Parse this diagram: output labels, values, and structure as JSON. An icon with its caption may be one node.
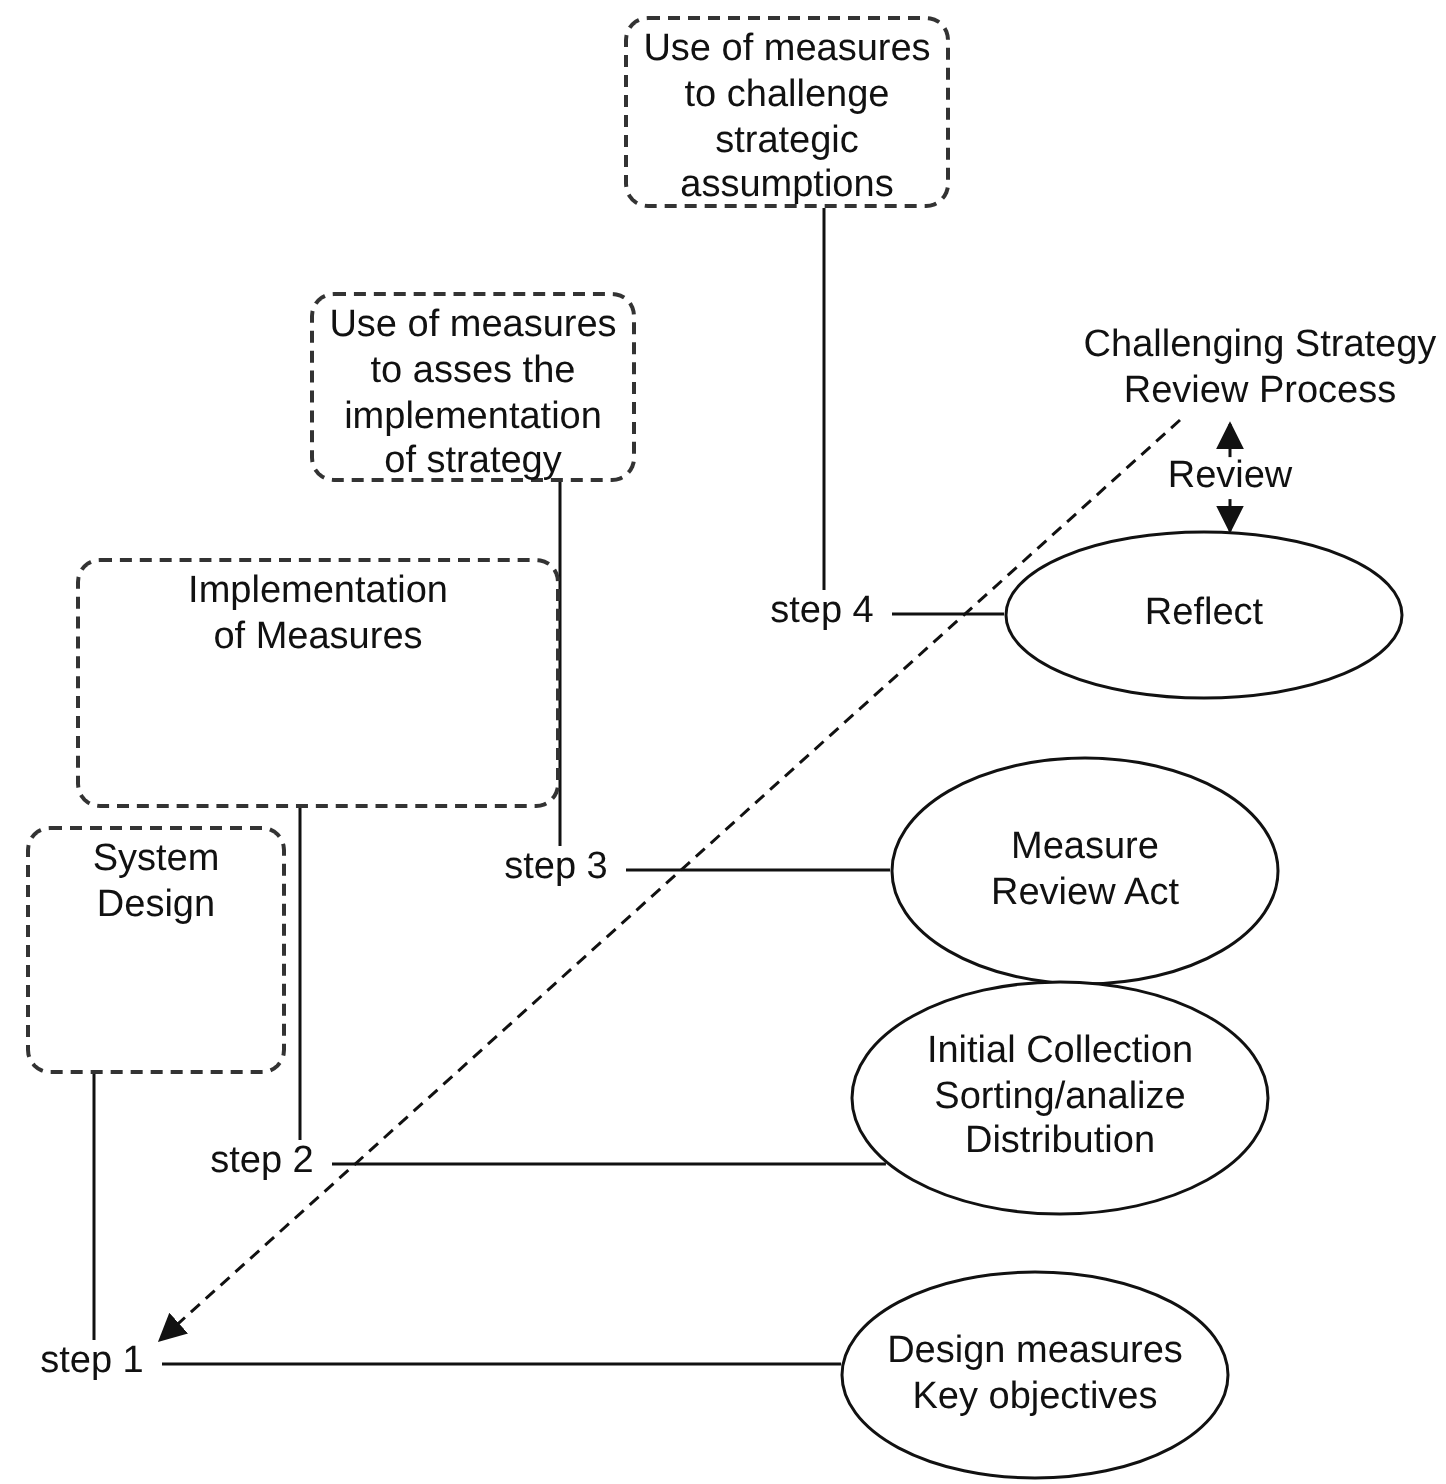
{
  "diagram": {
    "nodes": [
      {
        "text": [
          "Use of measures to challenge strategic assumptions"
        ]
      },
      {
        "text": [
          "Use of measures to asses the implementation of strategy"
        ]
      },
      {
        "text": [
          "Implementation of Measures"
        ]
      },
      {
        "text": [
          "System Design"
        ]
      },
      {
        "text": [
          "Challenging Strategy Review Process"
        ]
      },
      {
        "text": [
          "step 4"
        ]
      },
      {
        "text": [
          "Reflect"
        ]
      },
      {
        "text": [
          "step 3"
        ]
      },
      {
        "text": [
          "Measure Review Act"
        ]
      },
      {
        "text": [
          "step 2"
        ]
      },
      {
        "text": [
          "Initial Collection Sorting/analize Distribution"
        ]
      },
      {
        "text": [
          "step 1"
        ]
      },
      {
        "text": [
          "Design measures Key objectives"
        ]
      }
    ],
    "edges": [
      {
        "from": 0,
        "to": 5,
        "arrow": "none"
      },
      {
        "from": 5,
        "to": 6,
        "arrow": "none"
      },
      {
        "from": 1,
        "to": 7,
        "arrow": "none"
      },
      {
        "from": 7,
        "to": 8,
        "arrow": "none"
      },
      {
        "from": 2,
        "to": 9,
        "arrow": "none"
      },
      {
        "from": 9,
        "to": 10,
        "arrow": "none"
      },
      {
        "from": 3,
        "to": 11,
        "arrow": "none"
      },
      {
        "from": 11,
        "to": 12,
        "arrow": "none"
      },
      {
        "from": 4,
        "to": 11,
        "arrow": "to",
        "style": "dashed"
      },
      {
        "from": 6,
        "to": 4,
        "arrow": "both",
        "label": "Review"
      }
    ]
  }
}
